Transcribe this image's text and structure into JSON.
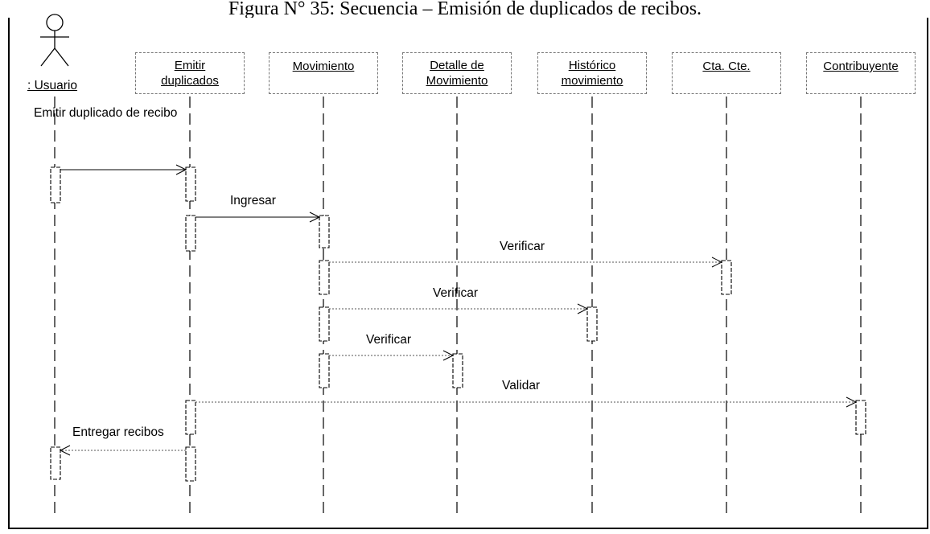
{
  "caption": "Figura N° 35: Secuencia – Emisión de duplicados de recibos.",
  "actor": {
    "name": ": Usuario"
  },
  "objects": [
    {
      "id": "emitir",
      "lines": [
        "Emitir",
        "duplicados"
      ]
    },
    {
      "id": "movimiento",
      "lines": [
        "Movimiento"
      ]
    },
    {
      "id": "detalle",
      "lines": [
        "Detalle de",
        "Movimiento"
      ]
    },
    {
      "id": "historico",
      "lines": [
        "Histórico",
        "movimiento"
      ]
    },
    {
      "id": "ctacte",
      "lines": [
        "Cta. Cte."
      ]
    },
    {
      "id": "contribuyente",
      "lines": [
        "Contribuyente"
      ]
    }
  ],
  "messages": [
    {
      "label": "Emitir duplicado de recibo",
      "from": ": Usuario",
      "to": "Emitir duplicados",
      "kind": "sync"
    },
    {
      "label": "Ingresar",
      "from": "Emitir duplicados",
      "to": "Movimiento",
      "kind": "sync"
    },
    {
      "label": "Verificar",
      "from": "Movimiento",
      "to": "Cta. Cte.",
      "kind": "dotted"
    },
    {
      "label": "Verificar",
      "from": "Movimiento",
      "to": "Histórico movimiento",
      "kind": "dotted"
    },
    {
      "label": "Verificar",
      "from": "Movimiento",
      "to": "Detalle de Movimiento",
      "kind": "dotted"
    },
    {
      "label": "Validar",
      "from": "Emitir duplicados",
      "to": "Contribuyente",
      "kind": "dotted"
    },
    {
      "label": "Entregar recibos",
      "from": "Emitir duplicados",
      "to": ": Usuario",
      "kind": "dotted"
    }
  ]
}
